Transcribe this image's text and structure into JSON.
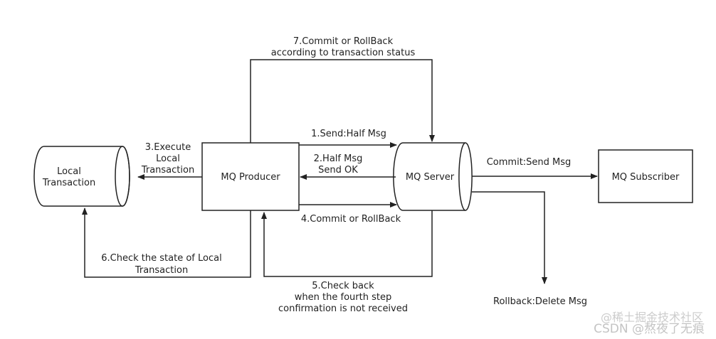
{
  "nodes": {
    "local_transaction": [
      "Local",
      "Transaction"
    ],
    "mq_producer": "MQ Producer",
    "mq_server": "MQ Server",
    "mq_subscriber": "MQ Subscriber"
  },
  "edges": {
    "step1": "1.Send:Half Msg",
    "step2": [
      "2.Half Msg",
      "Send OK"
    ],
    "step3": [
      "3.Execute",
      "Local",
      "Transaction"
    ],
    "step4": "4.Commit or RollBack",
    "step5": [
      "5.Check back",
      "when the fourth step",
      "confirmation is not received"
    ],
    "step6": [
      "6.Check the state of Local",
      "Transaction"
    ],
    "step7": [
      "7.Commit or RollBack",
      "according to transaction status"
    ],
    "commit": "Commit:Send Msg",
    "rollback": "Rollback:Delete Msg"
  },
  "watermark": {
    "line1": "@稀土掘金技术社区",
    "line2": "CSDN @熬夜了无痕"
  }
}
